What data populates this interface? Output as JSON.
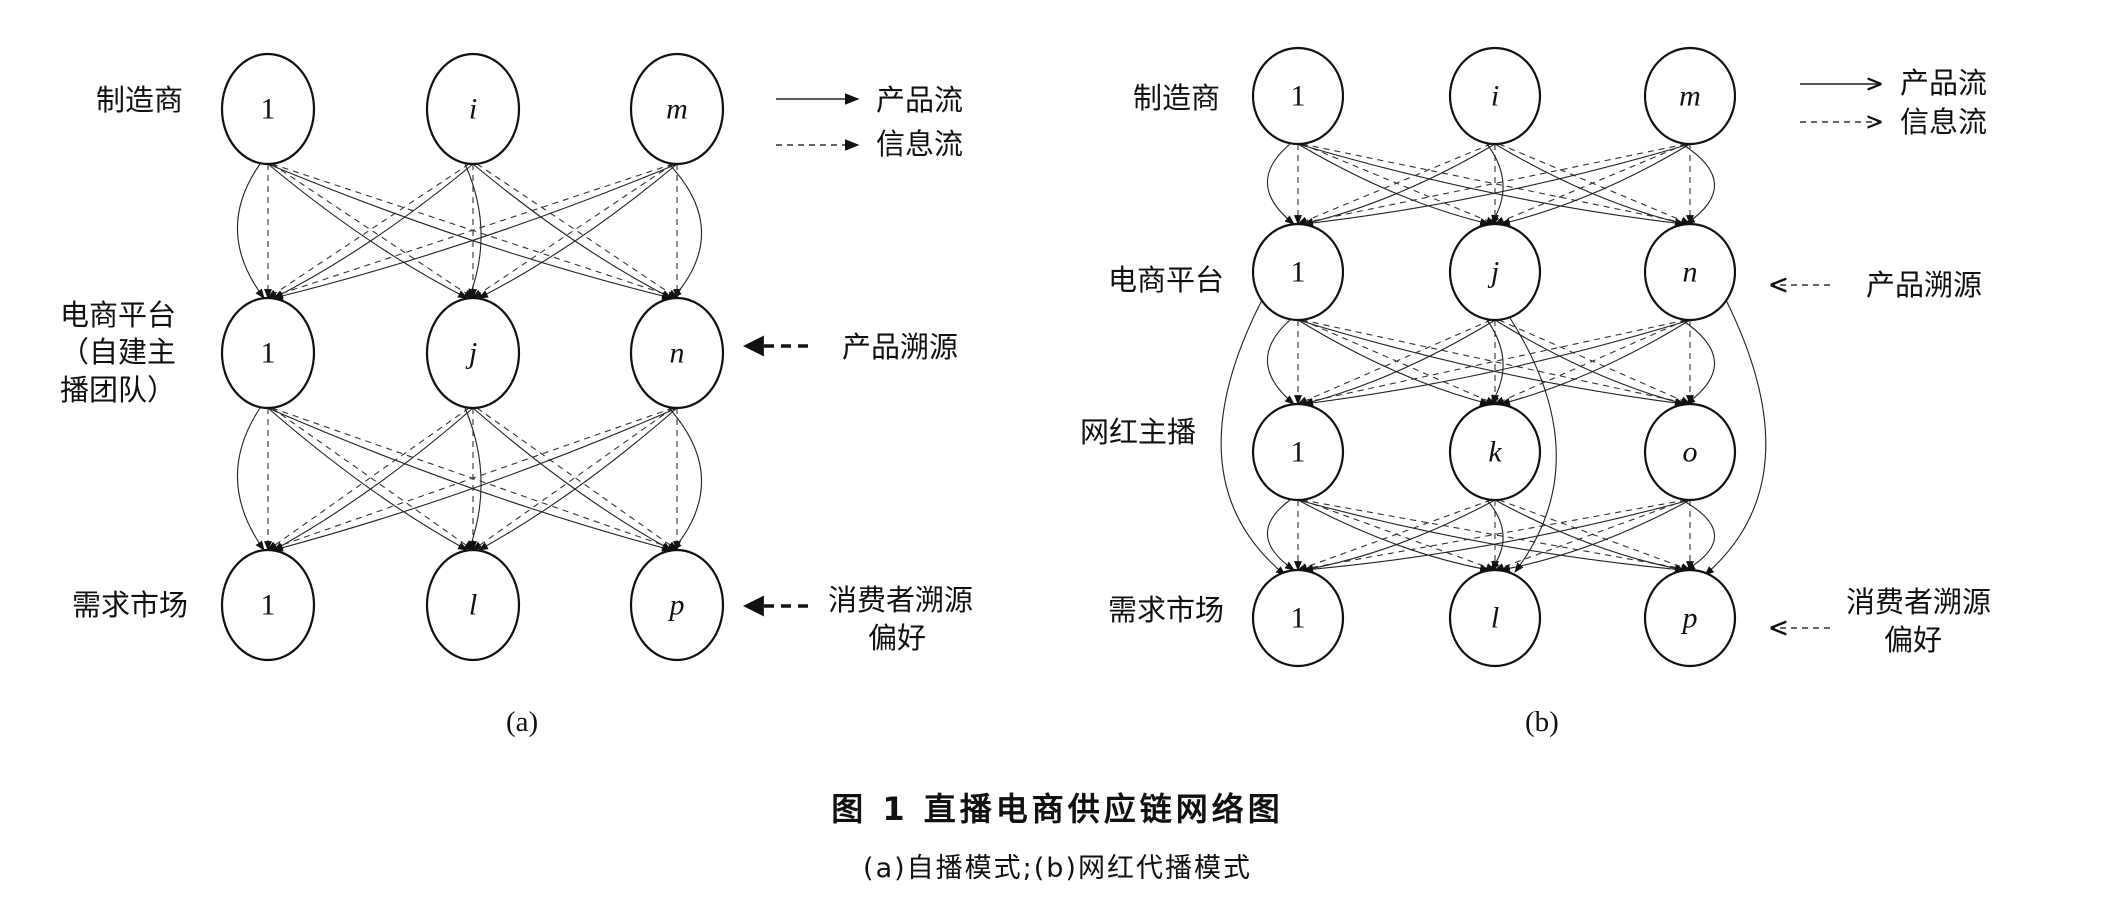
{
  "legend": {
    "product_flow": "产品流",
    "info_flow": "信息流"
  },
  "panel_a": {
    "caption": "(a)",
    "row_labels": {
      "manufacturer": "制造商",
      "platform_lines": [
        "电商平台",
        "（自建主",
        "播团队）"
      ],
      "market": "需求市场"
    },
    "side_labels": {
      "product_trace": "产品溯源",
      "consumer_pref_lines": [
        "消费者溯源",
        "偏好"
      ]
    },
    "rows": [
      {
        "id": "manufacturer",
        "nodes": [
          "1",
          "i",
          "m"
        ]
      },
      {
        "id": "platform",
        "nodes": [
          "1",
          "j",
          "n"
        ]
      },
      {
        "id": "market",
        "nodes": [
          "1",
          "l",
          "p"
        ]
      }
    ]
  },
  "panel_b": {
    "caption": "(b)",
    "row_labels": {
      "manufacturer": "制造商",
      "platform": "电商平台",
      "streamer": "网红主播",
      "market": "需求市场"
    },
    "side_labels": {
      "product_trace": "产品溯源",
      "consumer_pref_lines": [
        "消费者溯源",
        "偏好"
      ]
    },
    "rows": [
      {
        "id": "manufacturer",
        "nodes": [
          "1",
          "i",
          "m"
        ]
      },
      {
        "id": "platform",
        "nodes": [
          "1",
          "j",
          "n"
        ]
      },
      {
        "id": "streamer",
        "nodes": [
          "1",
          "k",
          "o"
        ]
      },
      {
        "id": "market",
        "nodes": [
          "1",
          "l",
          "p"
        ]
      }
    ]
  },
  "figure": {
    "title": "图 1   直播电商供应链网络图",
    "subtitle": "(a)自播模式;(b)网红代播模式"
  }
}
